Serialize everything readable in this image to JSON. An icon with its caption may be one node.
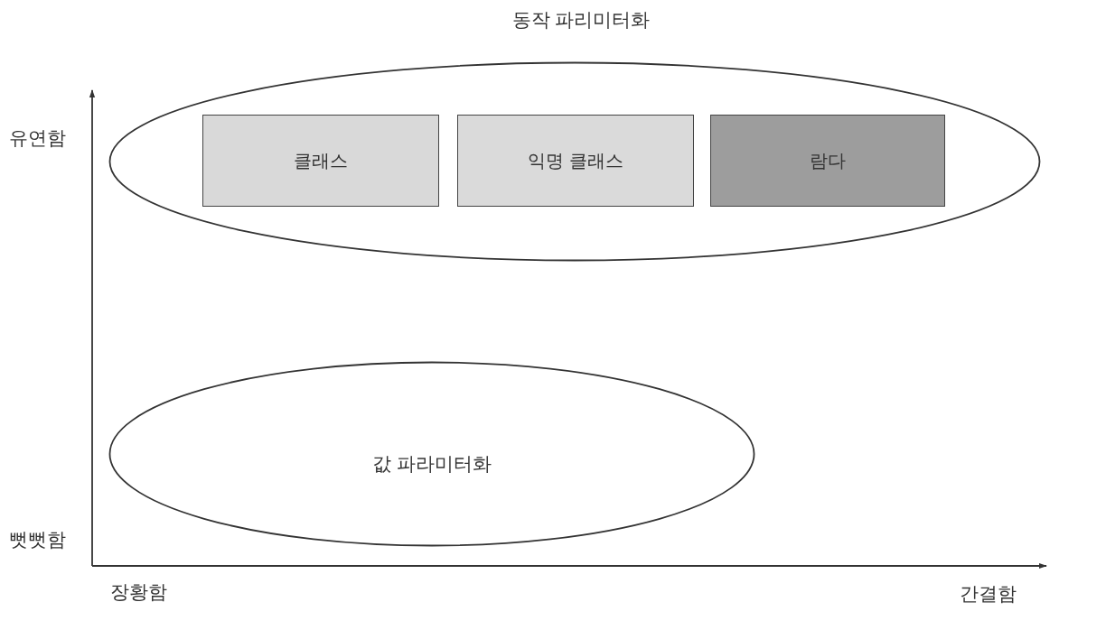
{
  "diagram": {
    "nodes": [
      {
        "text": [
          "동작 파리미터화"
        ]
      },
      {
        "text": [
          "클래스"
        ],
        "in": 0
      },
      {
        "text": [
          "익명 클래스"
        ],
        "in": 0
      },
      {
        "text": [
          "람다"
        ],
        "in": 0
      },
      {
        "text": [
          "값 파라미터화"
        ]
      }
    ],
    "labels": [
      "유연함",
      "뻣뻣함",
      "장황함",
      "간결함"
    ]
  }
}
